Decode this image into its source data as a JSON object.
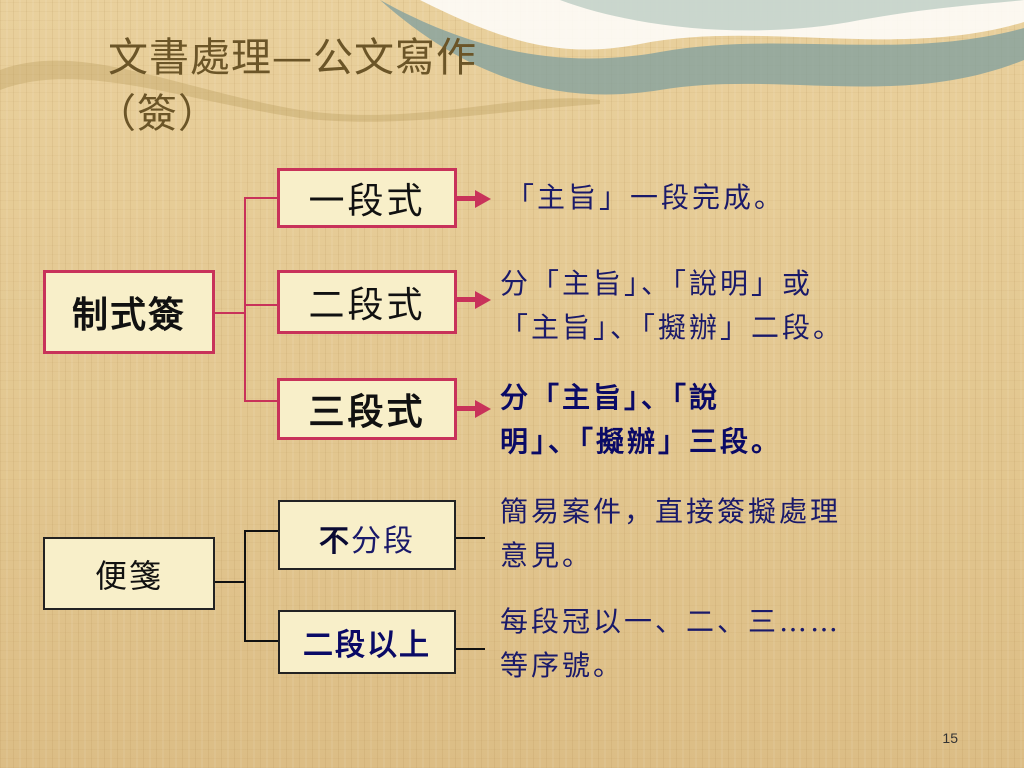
{
  "title": {
    "line1": "文書處理—公文寫作",
    "line2": "（簽）"
  },
  "formal": {
    "label": "制式簽",
    "items": [
      {
        "label": "一段式",
        "desc": [
          "「主旨」一段完成。"
        ]
      },
      {
        "label": "二段式",
        "desc": [
          "分「主旨」、「說明」或",
          "「主旨」、「擬辦」二段。"
        ]
      },
      {
        "label": "三段式",
        "desc": [
          "分「主旨」、「說",
          "明」、「擬辦」三段。"
        ]
      }
    ]
  },
  "memo": {
    "label": "便箋",
    "items": [
      {
        "label_bold": "不",
        "label_rest": "分段",
        "desc": [
          "簡易案件，直接簽擬處理",
          "意見。"
        ]
      },
      {
        "label": "二段以上",
        "desc": [
          "每段冠以一、二、三……",
          "等序號。"
        ]
      }
    ]
  },
  "page_number": "15",
  "colors": {
    "connector": "#c8325a",
    "text_blue": "#1a1a6a",
    "title": "#6b5528"
  }
}
